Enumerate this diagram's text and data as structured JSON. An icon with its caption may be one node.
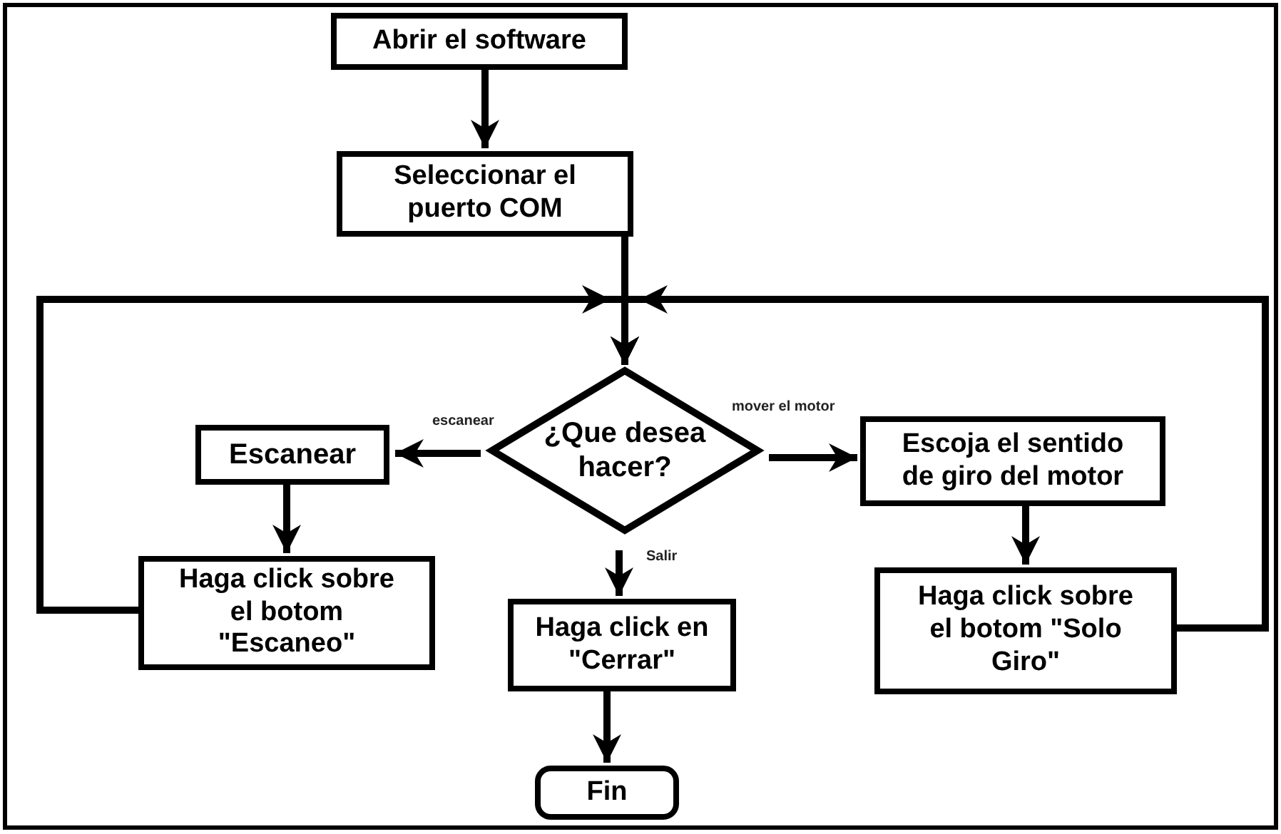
{
  "diagram": {
    "nodes": [
      {
        "text": [
          "Abrir el software"
        ]
      },
      {
        "text": [
          "Seleccionar el puerto COM"
        ]
      },
      {
        "text": [
          "¿Que desea hacer?"
        ]
      },
      {
        "text": [
          "Escanear"
        ]
      },
      {
        "text": [
          "Haga click sobre el botom \"Escaneo\""
        ]
      },
      {
        "text": [
          "Escoja el sentido de giro del motor"
        ]
      },
      {
        "text": [
          "Haga click sobre el botom \"Solo Giro\""
        ]
      },
      {
        "text": [
          "Haga click en \"Cerrar\""
        ]
      },
      {
        "text": [
          "Fin"
        ]
      }
    ],
    "edges": [
      {
        "from": 0,
        "to": 1,
        "arrow": "to"
      },
      {
        "from": 1,
        "to": 2,
        "arrow": "to"
      },
      {
        "from": 2,
        "to": 3,
        "arrow": "to",
        "label": "escanear"
      },
      {
        "from": 2,
        "to": 5,
        "arrow": "to",
        "label": "mover el motor"
      },
      {
        "from": 2,
        "to": 7,
        "arrow": "to",
        "label": "Salir"
      },
      {
        "from": 3,
        "to": 4,
        "arrow": "to"
      },
      {
        "from": 5,
        "to": 6,
        "arrow": "to"
      },
      {
        "from": 4,
        "to": 2,
        "arrow": "to"
      },
      {
        "from": 6,
        "to": 2,
        "arrow": "to"
      },
      {
        "from": 7,
        "to": 8,
        "arrow": "to"
      }
    ]
  }
}
